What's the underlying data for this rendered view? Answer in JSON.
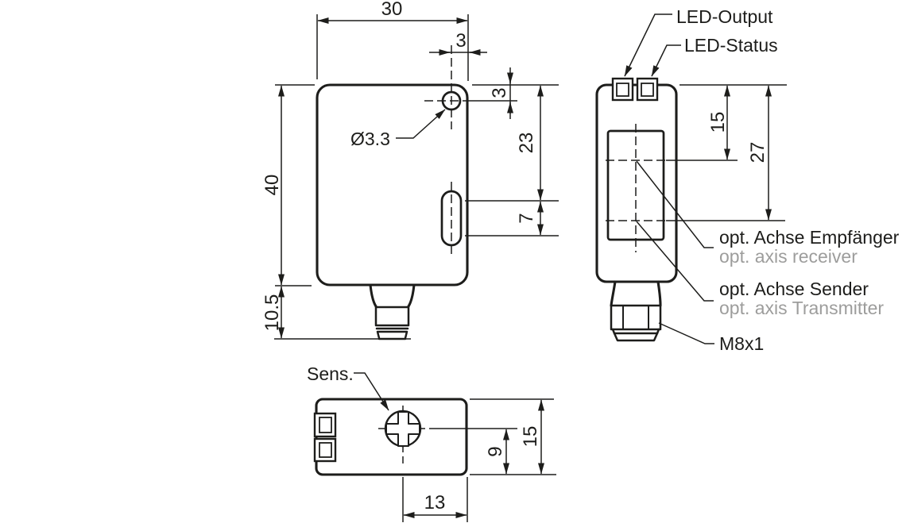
{
  "colors": {
    "ink": "#1d1d1b",
    "muted_label": "#9d9d9c",
    "background": "#ffffff"
  },
  "front_view": {
    "dim_width": "30",
    "dim_hole_offset_horizontal": "3",
    "dim_hole_offset_vertical": "3",
    "dim_top_to_slot": "23",
    "dim_slot_length": "7",
    "dim_height": "40",
    "dim_connector_length": "10.5",
    "hole_diameter_label": "Ø3.3"
  },
  "side_view": {
    "led_output_label": "LED-Output",
    "led_status_label": "LED-Status",
    "dim_receiver_axis": "15",
    "dim_transmitter_axis": "27",
    "receiver_axis_label_de": "opt. Achse Empfänger",
    "receiver_axis_label_en": "opt. axis receiver",
    "transmitter_axis_label_de": "opt. Achse Sender",
    "transmitter_axis_label_en": "opt. axis Transmitter",
    "connector_thread_label": "M8x1"
  },
  "bottom_view": {
    "sens_label": "Sens.",
    "dim_pot_to_edge": "13",
    "dim_pot_to_bottom": "9",
    "dim_height": "15"
  }
}
